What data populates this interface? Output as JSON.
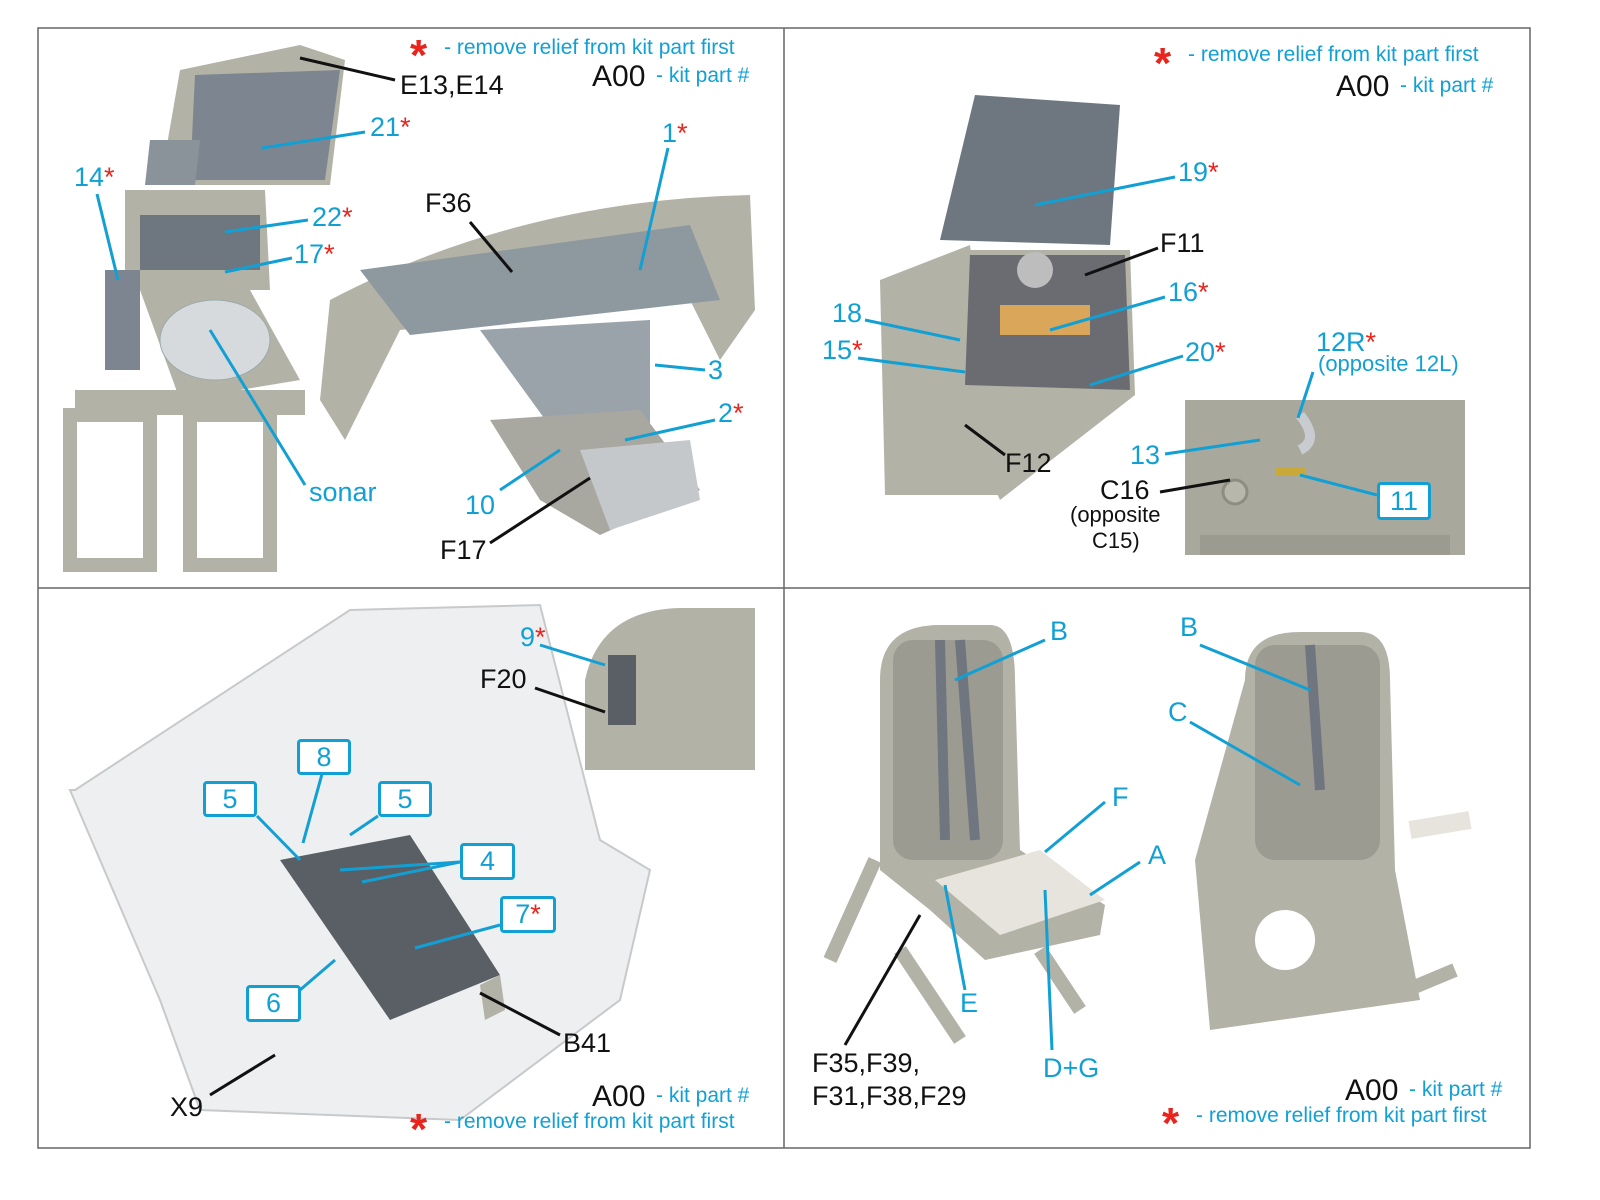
{
  "legend": {
    "asterisk": "*",
    "remove_text": "- remove relief from kit part first",
    "kit_part_code": "A00",
    "kit_part_text": "- kit part #"
  },
  "panel1": {
    "e13_e14": "E13,E14",
    "l21": "21",
    "l14": "14",
    "l22": "22",
    "l17": "17",
    "sonar": "sonar",
    "f36": "F36",
    "l1": "1",
    "l3": "3",
    "l2": "2",
    "l10": "10",
    "f17": "F17"
  },
  "panel2": {
    "l19": "19",
    "f11": "F11",
    "l16": "16",
    "l18": "18",
    "l15": "15",
    "l20": "20",
    "l12r": "12R",
    "opp12l": "(opposite 12L)",
    "l13": "13",
    "c16": "C16",
    "opp_c15_line1": "(opposite",
    "opp_c15_line2": "C15)",
    "l11": "11",
    "f12": "F12"
  },
  "panel3": {
    "l9": "9",
    "f20": "F20",
    "l8": "8",
    "l5a": "5",
    "l5b": "5",
    "l4": "4",
    "l7": "7",
    "l6": "6",
    "b41": "B41",
    "x9": "X9"
  },
  "panel4": {
    "b1": "B",
    "f": "F",
    "a": "A",
    "e": "E",
    "dg": "D+G",
    "f35_line1": "F35,F39,",
    "f35_line2": "F31,F38,F29",
    "b2": "B",
    "c": "C"
  },
  "colors": {
    "callout_blue": "#12a0d4",
    "asterisk_red": "#e8241c",
    "resin_gray": "#b3b2a6",
    "frame": "#555555"
  }
}
